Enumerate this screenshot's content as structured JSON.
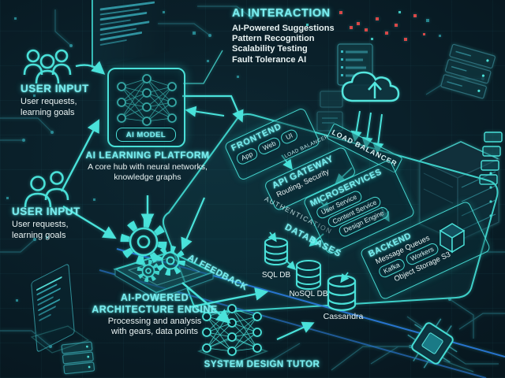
{
  "header": {
    "title": "AI INTERACTION",
    "items": [
      "AI-Powered Suggestions",
      "Pattern Recognition",
      "Scalability Testing",
      "Fault Tolerance AI"
    ]
  },
  "user_input_top": {
    "title": "USER INPUT",
    "lines": [
      "User requests,",
      "learning goals"
    ]
  },
  "user_input_left": {
    "title": "USER INPUT",
    "lines": [
      "User requests,",
      "learning goals"
    ]
  },
  "ai_model": {
    "label": "AI MODEL"
  },
  "learning_platform": {
    "title": "AI LEARNING PLATFORM",
    "lines": [
      "A core hub with neural networks,",
      "knowledge graphs"
    ]
  },
  "architecture_engine": {
    "title_line1": "AI-POWERED",
    "title_line2": "ARCHITECTURE ENGINE",
    "lines": [
      "Processing and analysis",
      "with gears, data points"
    ]
  },
  "ai_feedback": {
    "label": "AI FEEDBACK"
  },
  "system_design_tutor": {
    "label": "SYSTEM DESIGN TUTOR"
  },
  "frontend": {
    "title": "FRONTEND",
    "pills": [
      "App",
      "Web",
      "UI"
    ]
  },
  "load_balancer": {
    "small_label": "LOAD BALANCER",
    "box_label": "LOAD BALANCER"
  },
  "api_gateway": {
    "title": "API GATEWAY",
    "subtitle": "Routing, Security"
  },
  "authentication": {
    "label": "AUTHENTICATION"
  },
  "microservices": {
    "title": "MICROSERVICES",
    "pills": [
      "User Service",
      "Content Service",
      "Design Engine"
    ]
  },
  "backend": {
    "title": "BACKEND",
    "message_queues": "Message Queues",
    "pills": [
      "Kafka",
      "Workers"
    ],
    "storage": "Object Storage S3"
  },
  "databases": {
    "title": "DATABASES",
    "labels": [
      "SQL DB",
      "NoSQL DB",
      "Cassandra"
    ]
  },
  "colors": {
    "accent": "#4de2da",
    "heading": "#79edf0",
    "text": "#e9f3f3",
    "blue": "#2b7ade",
    "red": "#d84848",
    "background": "#07161e"
  }
}
